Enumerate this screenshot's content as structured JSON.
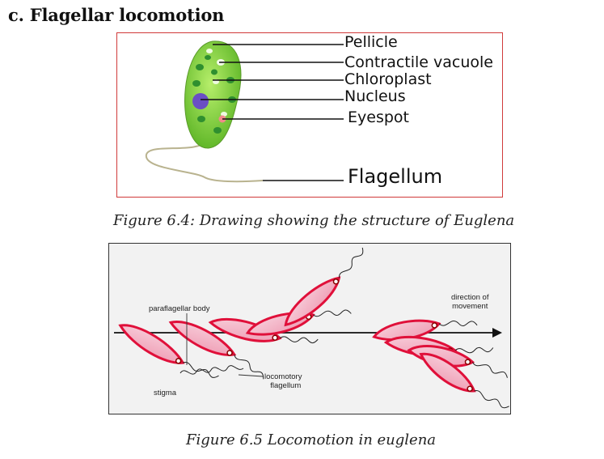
{
  "section": {
    "heading": "c. Flagellar locomotion"
  },
  "figure1": {
    "labels": {
      "pellicle": "Pellicle",
      "contractile_vacuole": "Contractile vacuole",
      "chloroplast": "Chloroplast",
      "nucleus": "Nucleus",
      "eyespot": "Eyespot",
      "flagellum": "Flagellum"
    },
    "caption": "Figure 6.4: Drawing showing the structure of Euglena",
    "colors": {
      "border": "#d03a3a",
      "body": "#7ccd3a",
      "chloroplast": "#2f8f2f",
      "nucleus": "#6a4fc4",
      "eyespot": "#f08a8a"
    }
  },
  "figure2": {
    "labels": {
      "paraflagellar_body": "paraflagellar body",
      "stigma": "stigma",
      "locomotory_flagellum_line1": "locomotory",
      "locomotory_flagellum_line2": "flagellum",
      "direction_line1": "direction of",
      "direction_line2": "movement"
    },
    "caption": "Figure 6.5 Locomotion in euglena",
    "colors": {
      "cell_fill": "#f3b6c6",
      "cell_edge": "#e0103a"
    }
  }
}
